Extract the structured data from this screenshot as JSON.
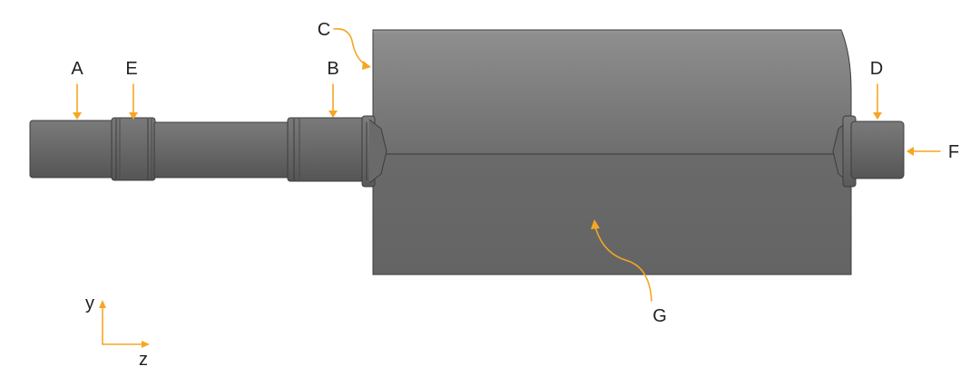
{
  "labels": {
    "a": "A",
    "b": "B",
    "c": "C",
    "d": "D",
    "e": "E",
    "f": "F",
    "g": "G"
  },
  "axes": {
    "y": "y",
    "z": "z"
  },
  "colors": {
    "accent": "#f5a623",
    "body": "#6b6b6b",
    "body_light": "#8a8a8a",
    "edge": "#3c3c3c",
    "label": "#222222"
  }
}
